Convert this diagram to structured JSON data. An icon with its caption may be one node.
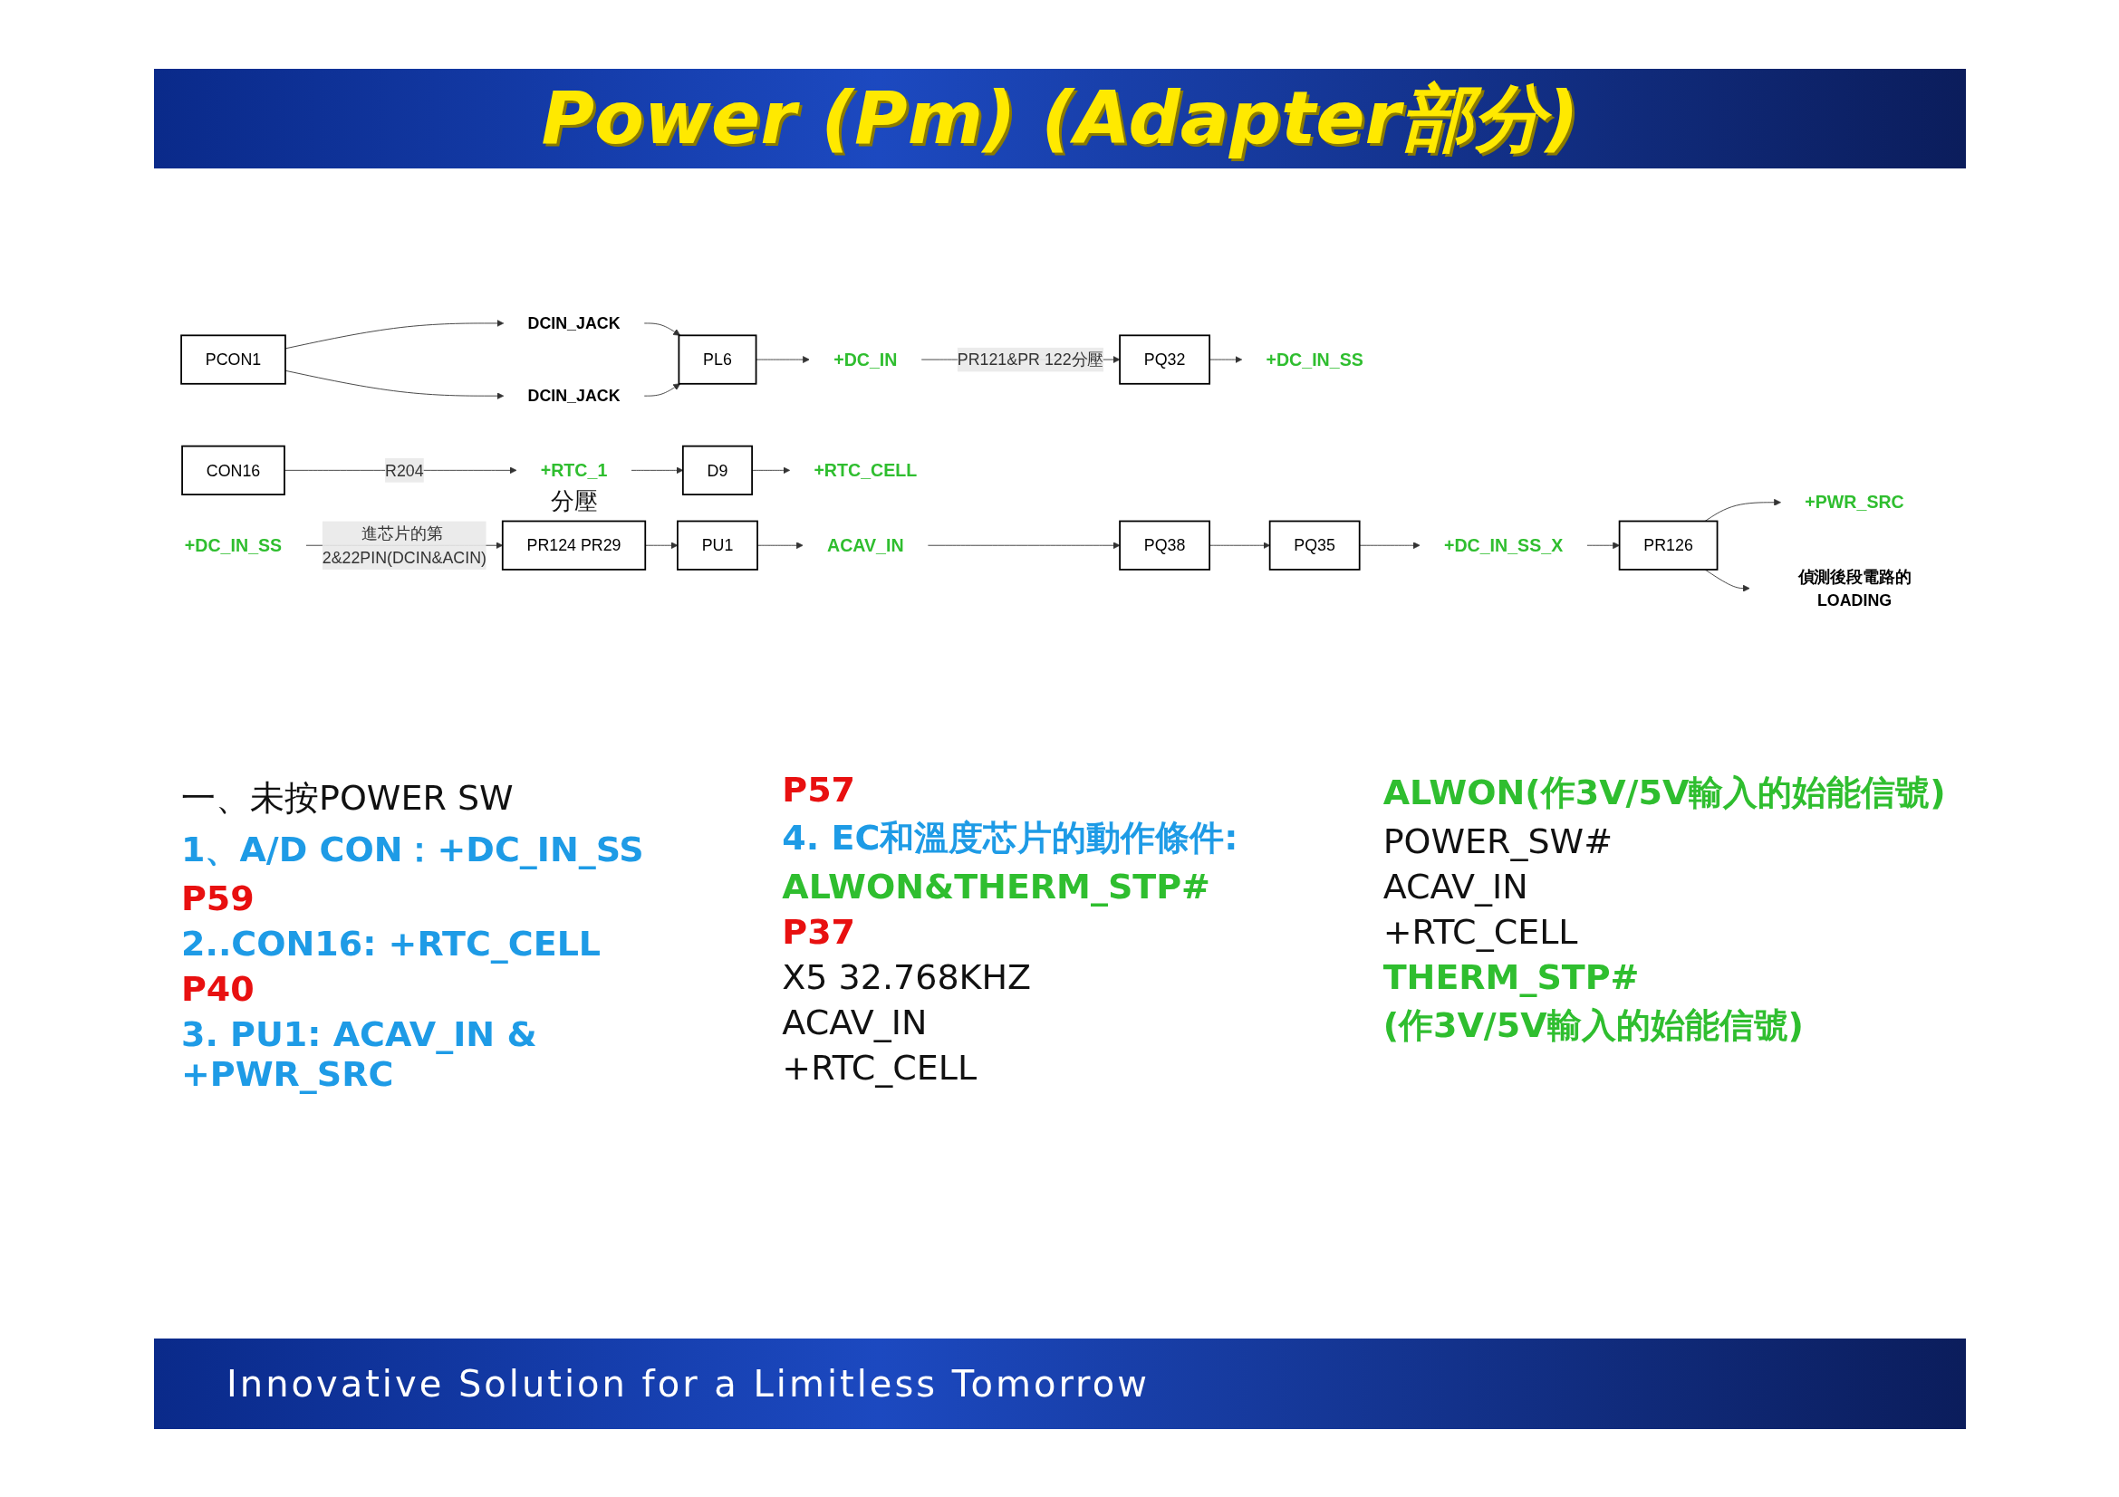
{
  "diagram": {
    "title": "Power  (Pm) (Adapter部分)",
    "caption": "Innovative Solution for a Limitless Tomorrow",
    "nodes": [
      {
        "text": [
          "PCON1"
        ]
      },
      {
        "text": [
          "DCIN_JACK"
        ]
      },
      {
        "text": [
          "DCIN_JACK"
        ]
      },
      {
        "text": [
          "PL6"
        ]
      },
      {
        "text": [
          "+DC_IN"
        ]
      },
      {
        "text": [
          "PQ32"
        ]
      },
      {
        "text": [
          "+DC_IN_SS"
        ]
      },
      {
        "text": [
          "CON16"
        ]
      },
      {
        "text": [
          "+RTC_1"
        ]
      },
      {
        "text": [
          "D9"
        ]
      },
      {
        "text": [
          "+RTC_CELL"
        ]
      },
      {
        "text": [
          "+DC_IN_SS"
        ]
      },
      {
        "text": [
          "PR124 PR29"
        ],
        "beside": [
          "分壓"
        ]
      },
      {
        "text": [
          "PU1"
        ]
      },
      {
        "text": [
          "ACAV_IN"
        ]
      },
      {
        "text": [
          "PQ38"
        ]
      },
      {
        "text": [
          "PQ35"
        ]
      },
      {
        "text": [
          "+DC_IN_SS_X"
        ]
      },
      {
        "text": [
          "PR126"
        ]
      },
      {
        "text": [
          "+PWR_SRC"
        ]
      },
      {
        "text": [
          "偵測後段電路的LOADING"
        ]
      }
    ],
    "edges": [
      {
        "from": 0,
        "to": 1,
        "arrow": "to"
      },
      {
        "from": 0,
        "to": 2,
        "arrow": "to"
      },
      {
        "from": 1,
        "to": 3,
        "arrow": "to"
      },
      {
        "from": 2,
        "to": 3,
        "arrow": "to"
      },
      {
        "from": 3,
        "to": 4,
        "arrow": "to"
      },
      {
        "from": 4,
        "to": 5,
        "arrow": "to",
        "label": "PR121&PR 122分壓"
      },
      {
        "from": 5,
        "to": 6,
        "arrow": "to"
      },
      {
        "from": 7,
        "to": 8,
        "arrow": "to",
        "label": "R204"
      },
      {
        "from": 8,
        "to": 9,
        "arrow": "to"
      },
      {
        "from": 9,
        "to": 10,
        "arrow": "to"
      },
      {
        "from": 11,
        "to": 12,
        "arrow": "to",
        "label": "進芯片的第 2&22PIN(DCIN&ACIN)"
      },
      {
        "from": 12,
        "to": 13,
        "arrow": "to"
      },
      {
        "from": 13,
        "to": 14,
        "arrow": "to"
      },
      {
        "from": 14,
        "to": 15,
        "arrow": "to"
      },
      {
        "from": 15,
        "to": 16,
        "arrow": "to"
      },
      {
        "from": 16,
        "to": 17,
        "arrow": "to"
      },
      {
        "from": 17,
        "to": 18,
        "arrow": "to"
      },
      {
        "from": 18,
        "to": 19,
        "arrow": "to"
      },
      {
        "from": 18,
        "to": 20,
        "arrow": "to"
      }
    ],
    "labels": [
      "一、未按POWER  SW",
      "1、A/D  CON：+DC_IN_SS",
      "P59",
      "2..CON16: +RTC_CELL",
      "P40",
      "3.  PU1:  ACAV_IN  &   +PWR_SRC",
      "P57",
      "4.  EC和溫度芯片的動作條件:",
      "ALWON&THERM_STP#",
      "P37",
      "X5 32.768KHZ",
      "ACAV_IN",
      "+RTC_CELL",
      "ALWON(作3V/5V輸入的始能信號)",
      "POWER_SW#",
      "ACAV_IN",
      "+RTC_CELL",
      "THERM_STP#",
      "(作3V/5V輸入的始能信號)"
    ]
  }
}
